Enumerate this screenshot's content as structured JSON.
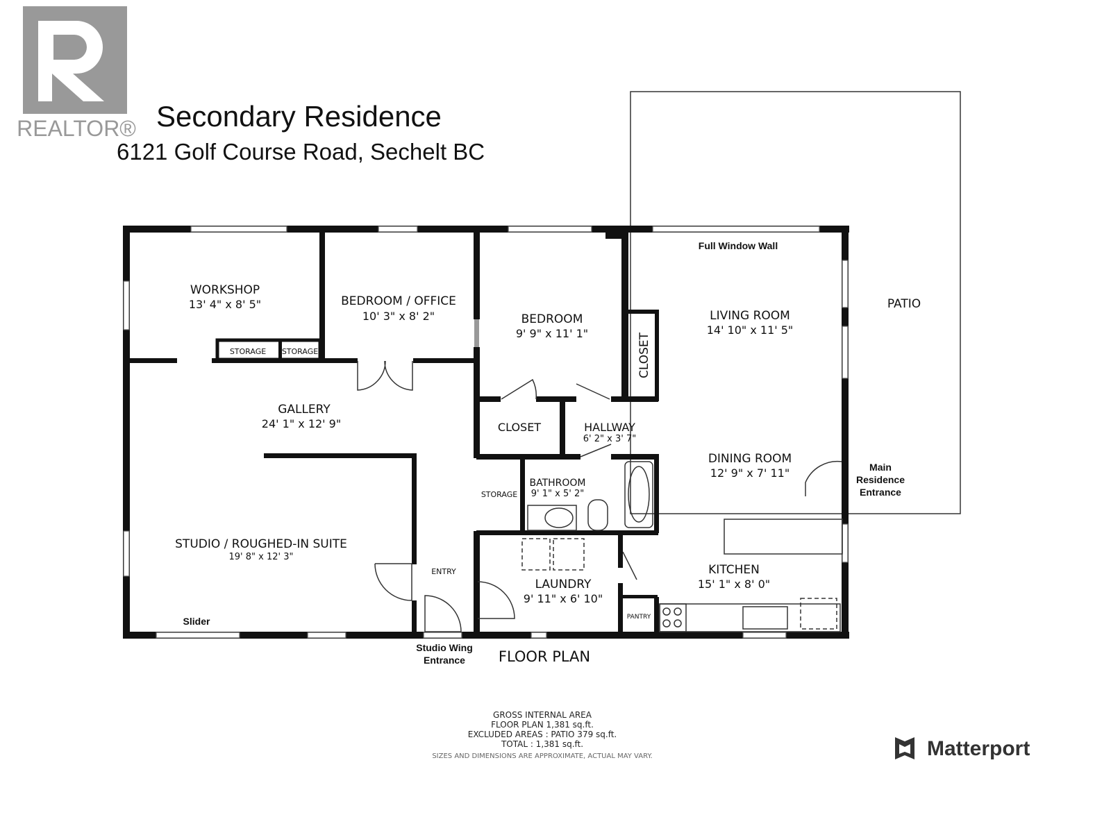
{
  "header": {
    "logo_text": "REALTOR®",
    "title": "Secondary Residence",
    "address": "6121 Golf Course Road, Sechelt BC"
  },
  "rooms": {
    "workshop": {
      "name": "WORKSHOP",
      "dims": "13' 4\" x 8' 5\""
    },
    "bedroom_office": {
      "name": "BEDROOM / OFFICE",
      "dims": "10' 3\" x 8' 2\""
    },
    "bedroom": {
      "name": "BEDROOM",
      "dims": "9' 9\" x 11' 1\""
    },
    "living_room": {
      "name": "LIVING ROOM",
      "dims": "14' 10\" x 11' 5\""
    },
    "gallery": {
      "name": "GALLERY",
      "dims": "24' 1\" x 12' 9\""
    },
    "closet_bedroom": {
      "name": "CLOSET"
    },
    "closet": {
      "name": "CLOSET"
    },
    "hallway": {
      "name": "HALLWAY",
      "dims": "6' 2\" x 3' 7\""
    },
    "dining_room": {
      "name": "DINING ROOM",
      "dims": "12' 9\" x 7' 11\""
    },
    "bathroom": {
      "name": "BATHROOM",
      "dims": "9' 1\" x 5' 2\""
    },
    "storage_hall": {
      "name": "STORAGE"
    },
    "storage_1": {
      "name": "STORAGE"
    },
    "storage_2": {
      "name": "STORAGE"
    },
    "studio": {
      "name": "STUDIO / ROUGHED-IN SUITE",
      "dims": "19' 8\" x 12' 3\""
    },
    "entry": {
      "name": "ENTRY"
    },
    "laundry": {
      "name": "LAUNDRY",
      "dims": "9' 11\" x 6' 10\""
    },
    "kitchen": {
      "name": "KITCHEN",
      "dims": "15' 1\" x 8' 0\""
    },
    "pantry": {
      "name": "PANTRY"
    },
    "patio": {
      "name": "PATIO"
    }
  },
  "labels": {
    "full_window_wall": "Full Window Wall",
    "slider": "Slider",
    "studio_entrance_1": "Studio Wing",
    "studio_entrance_2": "Entrance",
    "main_entrance_1": "Main",
    "main_entrance_2": "Residence",
    "main_entrance_3": "Entrance",
    "floor_plan": "FLOOR PLAN"
  },
  "area": {
    "heading": "GROSS INTERNAL AREA",
    "floor_plan": "FLOOR PLAN 1,381 sq.ft.",
    "excluded": "EXCLUDED AREAS :  PATIO 379 sq.ft.",
    "total": "TOTAL :  1,381 sq.ft.",
    "disclaimer": "SIZES AND DIMENSIONS ARE APPROXIMATE, ACTUAL MAY VARY."
  },
  "brand": {
    "name": "Matterport"
  }
}
